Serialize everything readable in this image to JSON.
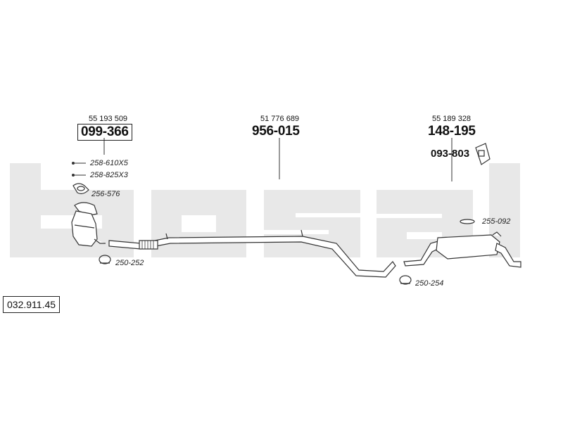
{
  "brand": {
    "text": "bosal",
    "color": "#e8e8e8"
  },
  "catalog_number": "032.911.45",
  "parts": {
    "catalyst": {
      "oem": "55 193 509",
      "number": "099-366"
    },
    "middle_pipe": {
      "oem": "51 776 689",
      "number": "956-015"
    },
    "rear_silencer": {
      "oem": "55 189 328",
      "number": "148-195"
    },
    "heat_shield": {
      "number": "093-803"
    }
  },
  "accessories": {
    "bolt_1": "258-610X5",
    "bolt_2": "258-825X3",
    "gasket": "256-576",
    "clamp_front": "250-252",
    "rubber_mount": "255-092",
    "clamp_rear": "250-254"
  },
  "colors": {
    "line": "#333333",
    "pipe_fill": "#ffffff",
    "watermark": "#e8e8e8"
  }
}
